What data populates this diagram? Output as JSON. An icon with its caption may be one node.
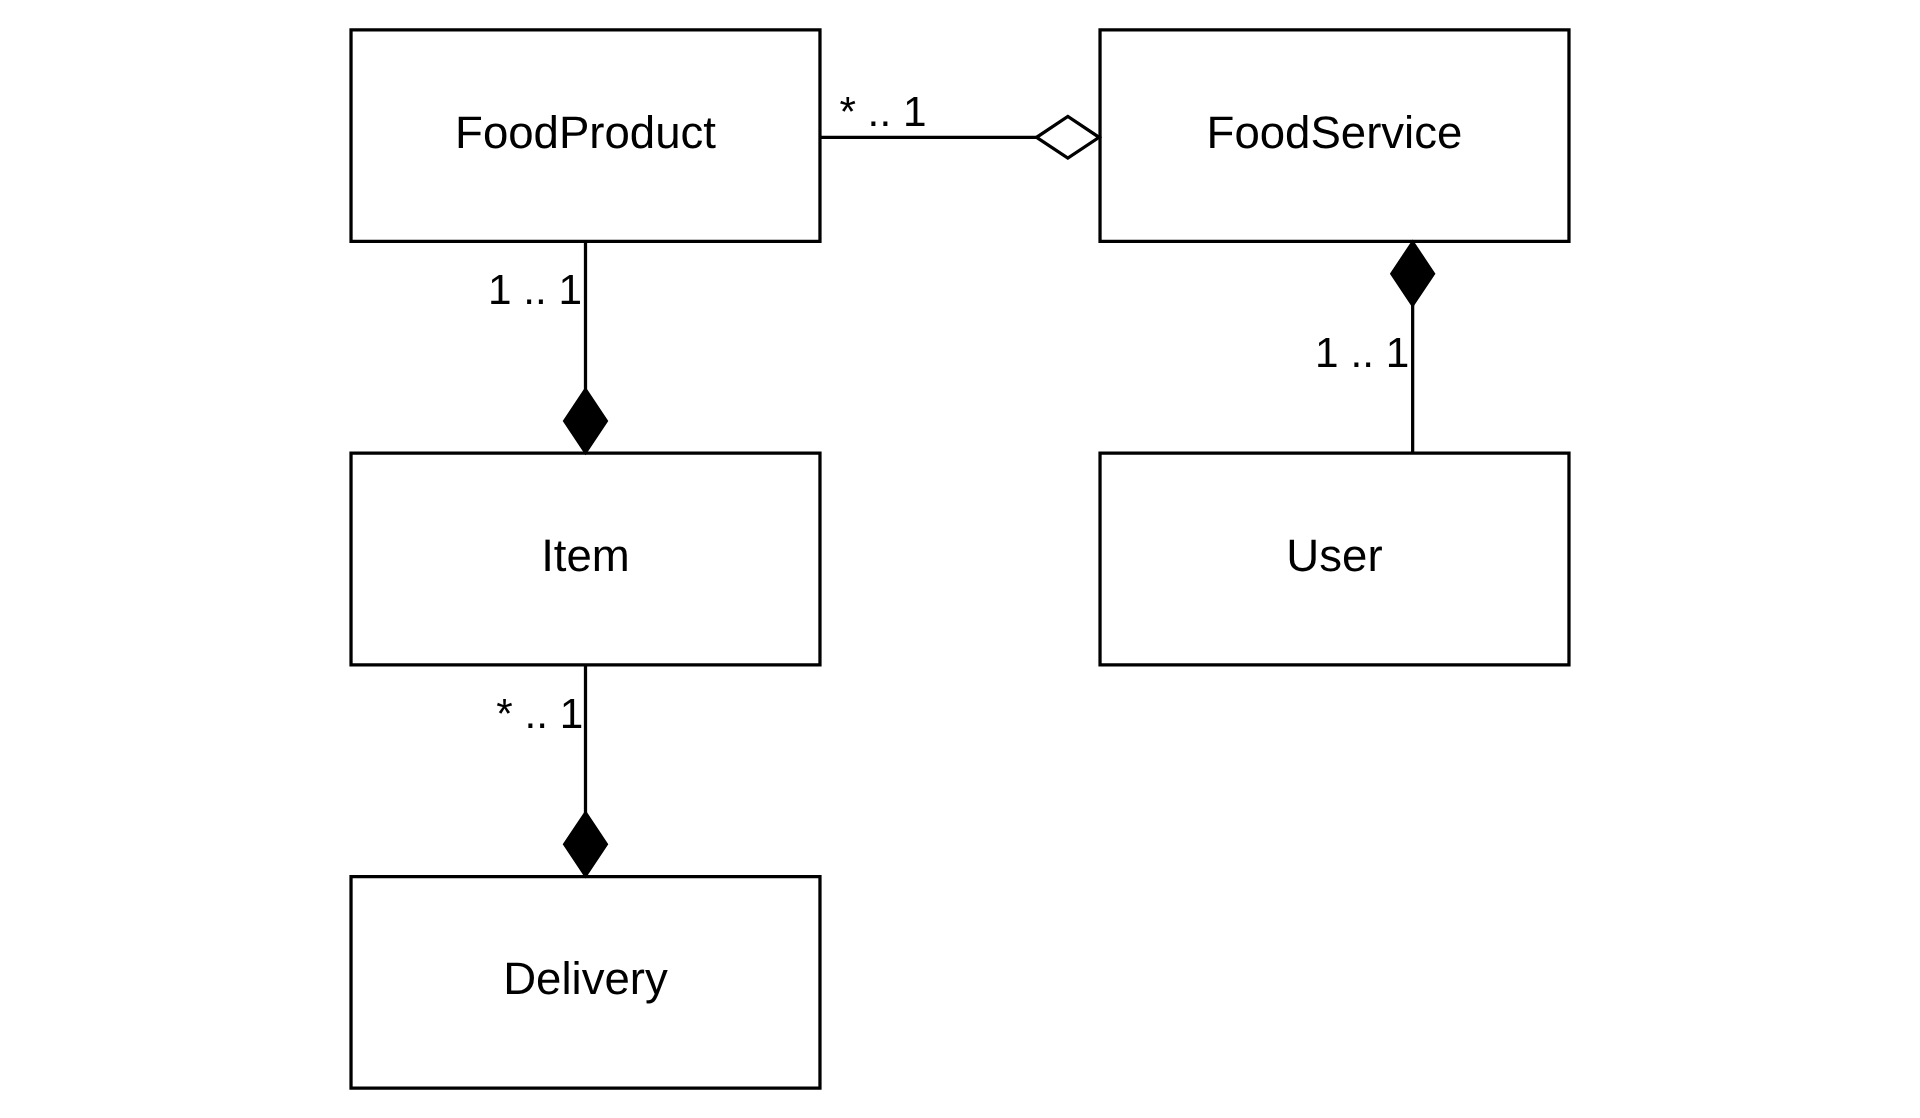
{
  "diagram": {
    "nodes": [
      {
        "text": [
          "FoodProduct"
        ]
      },
      {
        "text": [
          "FoodService"
        ]
      },
      {
        "text": [
          "Item"
        ]
      },
      {
        "text": [
          "User"
        ]
      },
      {
        "text": [
          "Delivery"
        ]
      }
    ],
    "edges": [
      {
        "from": 0,
        "to": 2,
        "arrow": "other",
        "label": "1 .. 1"
      },
      {
        "from": 0,
        "to": 1,
        "arrow": "other",
        "label": "* .. 1"
      },
      {
        "from": 3,
        "to": 1,
        "arrow": "other",
        "label": "1 .. 1"
      },
      {
        "from": 2,
        "to": 4,
        "arrow": "other",
        "label": "* .. 1"
      }
    ]
  }
}
